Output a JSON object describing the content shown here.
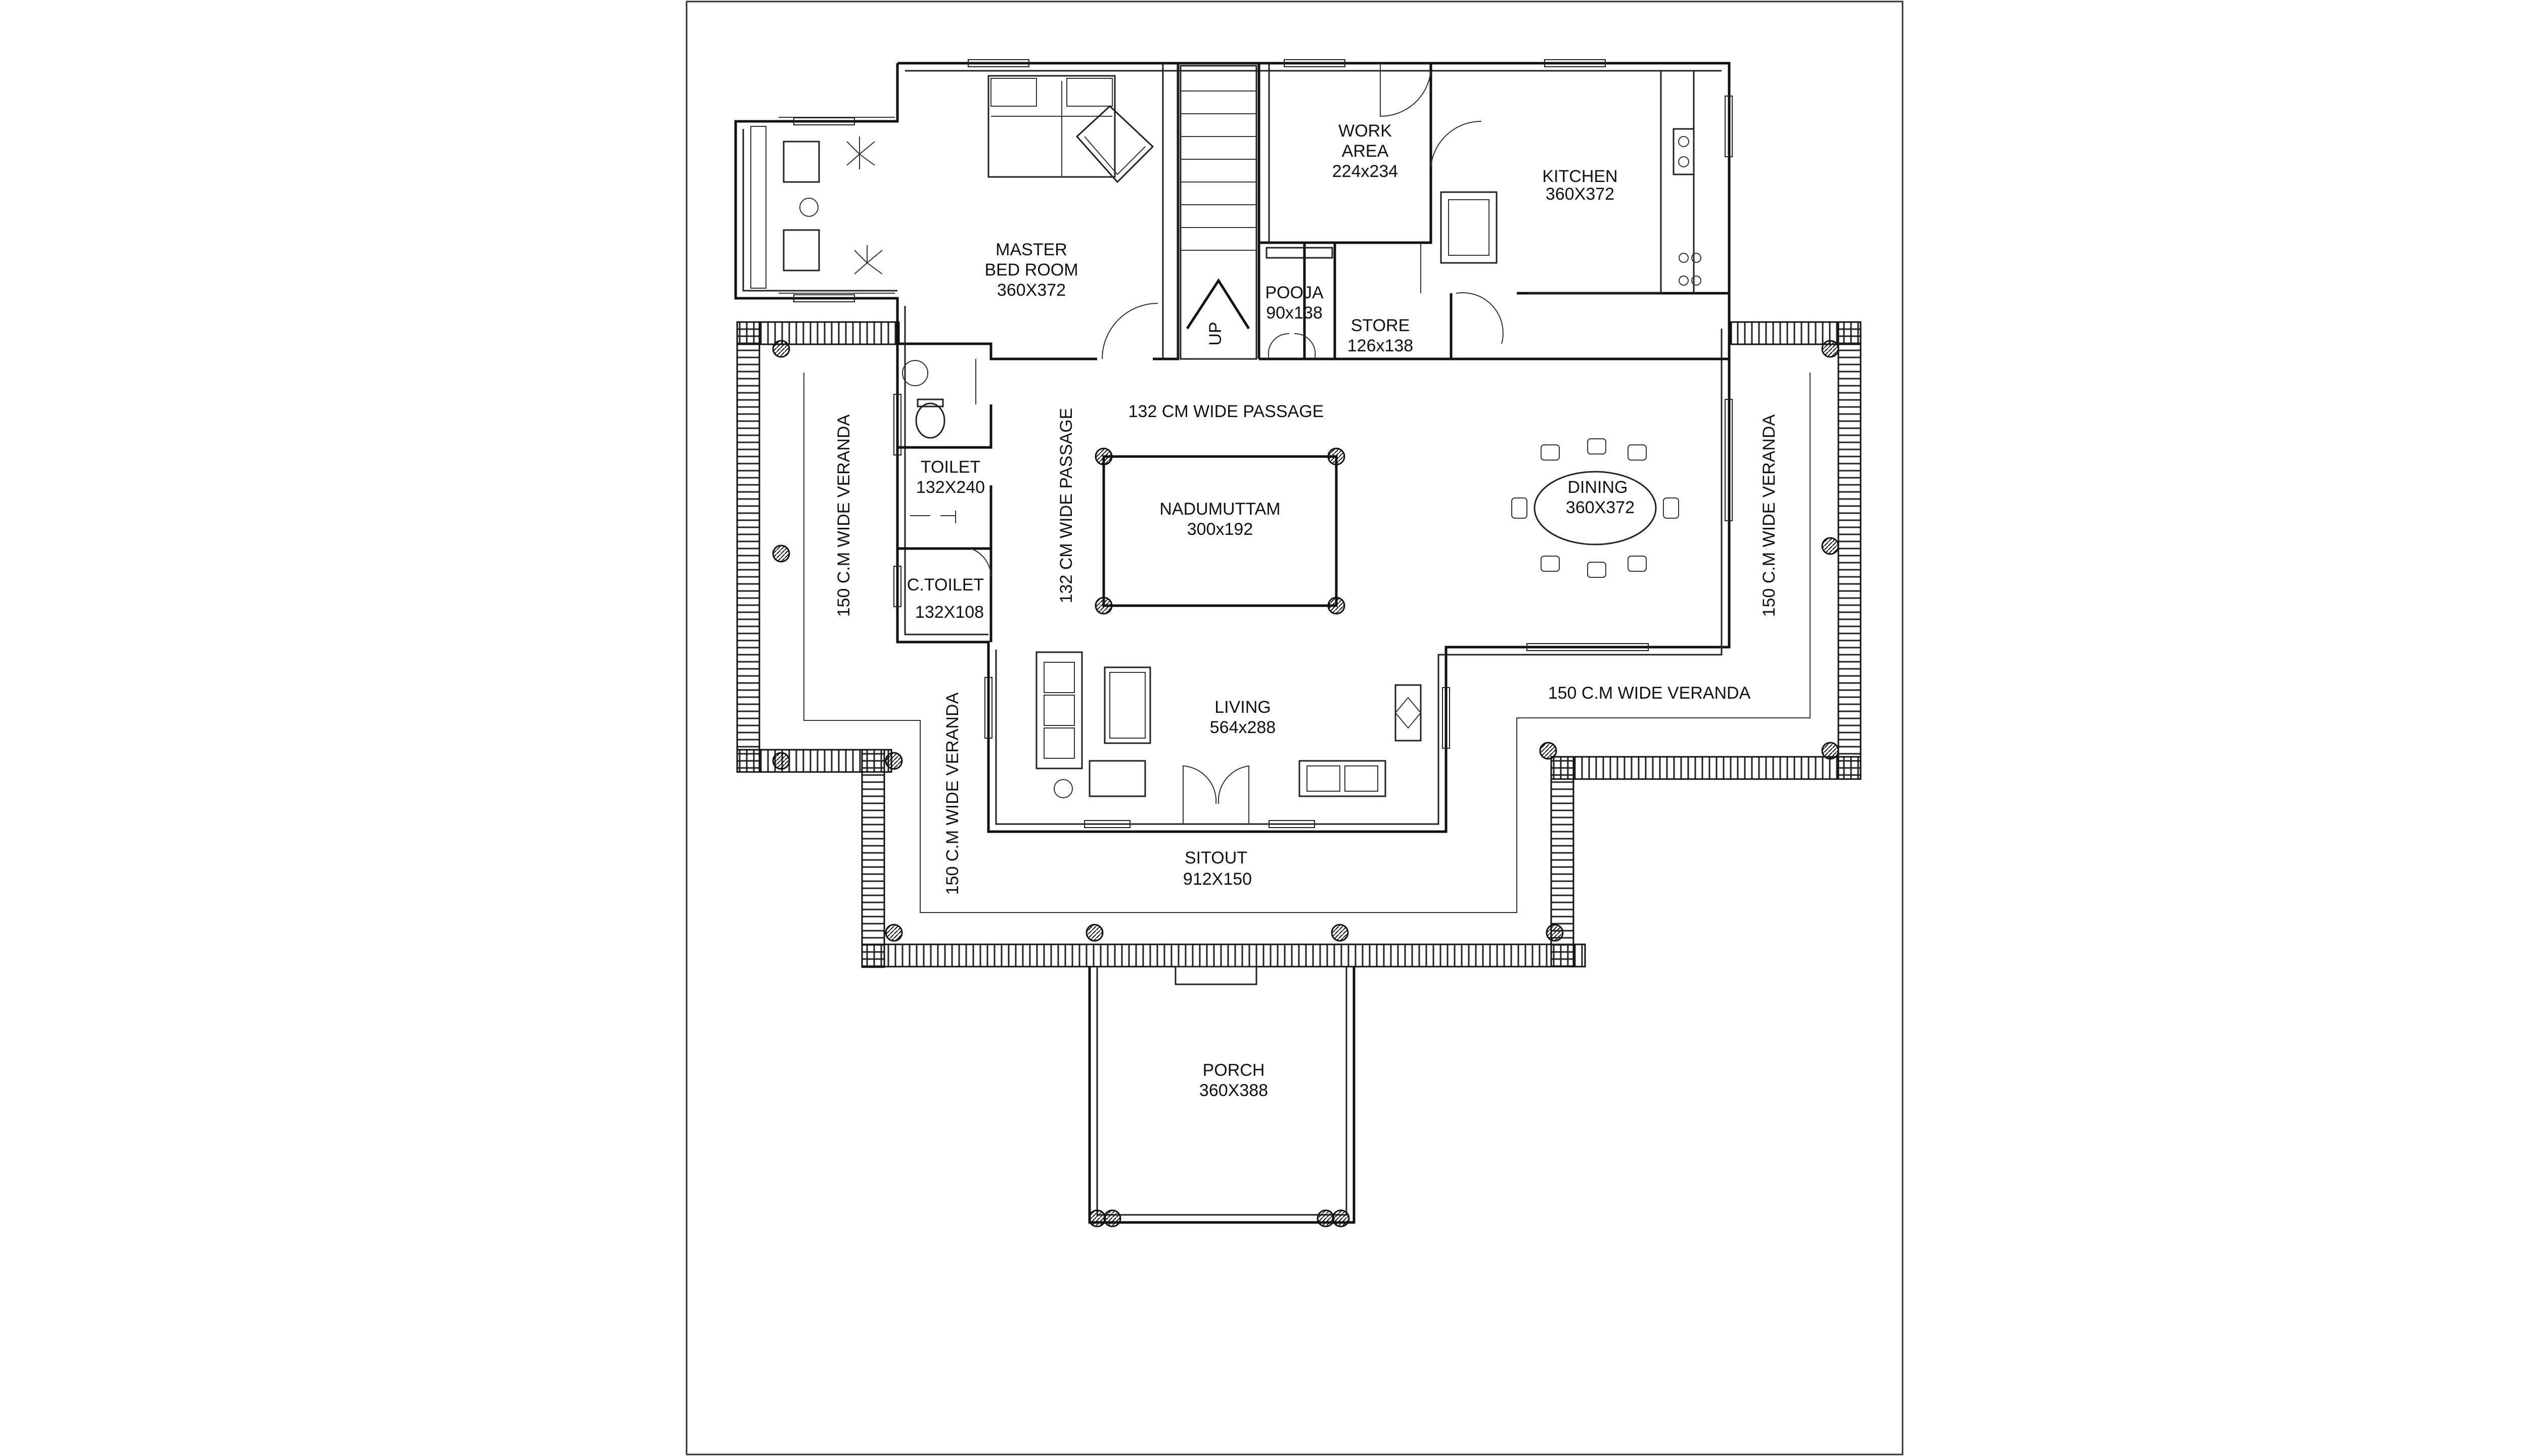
{
  "rooms": {
    "master_bed": {
      "line1": "MASTER",
      "line2": "BED ROOM",
      "dim": "360X372"
    },
    "work_area": {
      "line1": "WORK",
      "line2": "AREA",
      "dim": "224x234"
    },
    "kitchen": {
      "name": "KITCHEN",
      "dim": "360X372"
    },
    "pooja": {
      "name": "POOJA",
      "dim": "90x138"
    },
    "store": {
      "name": "STORE",
      "dim": "126x138"
    },
    "toilet": {
      "name": "TOILET",
      "dim": "132X240"
    },
    "c_toilet": {
      "name": "C.TOILET",
      "dim": "132X108"
    },
    "nadumuttam": {
      "name": "NADUMUTTAM",
      "dim": "300x192"
    },
    "dining": {
      "name": "DINING",
      "dim": "360X372"
    },
    "living": {
      "name": "LIVING",
      "dim": "564x288"
    },
    "sitout": {
      "name": "SITOUT",
      "dim": "912X150"
    },
    "porch": {
      "name": "PORCH",
      "dim": "360X388"
    }
  },
  "passages": {
    "top": "132 CM WIDE PASSAGE",
    "left": "132 CM WIDE PASSAGE"
  },
  "verandas": {
    "left_outer": "150 C.M WIDE VERANDA",
    "left_inner": "150 C.M WIDE VERANDA",
    "right_vertical": "150 C.M WIDE VERANDA",
    "right_horizontal": "150 C.M WIDE VERANDA"
  },
  "stair": {
    "label": "UP"
  }
}
